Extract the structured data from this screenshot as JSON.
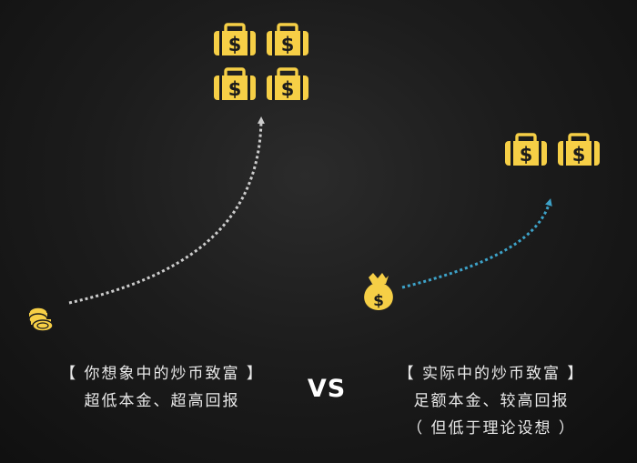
{
  "left": {
    "title": "【 你想象中的炒币致富 】",
    "subtitle": "超低本金、超高回报"
  },
  "right": {
    "title": "【 实际中的炒币致富 】",
    "subtitle": "足额本金、较高回报",
    "note": "（ 但低于理论设想 ）"
  },
  "vs_label": "VS",
  "icon_glyph": "$",
  "colors": {
    "gold": "#f6cf46",
    "left_arrow": "#cccccc",
    "right_arrow": "#3da2c8"
  }
}
